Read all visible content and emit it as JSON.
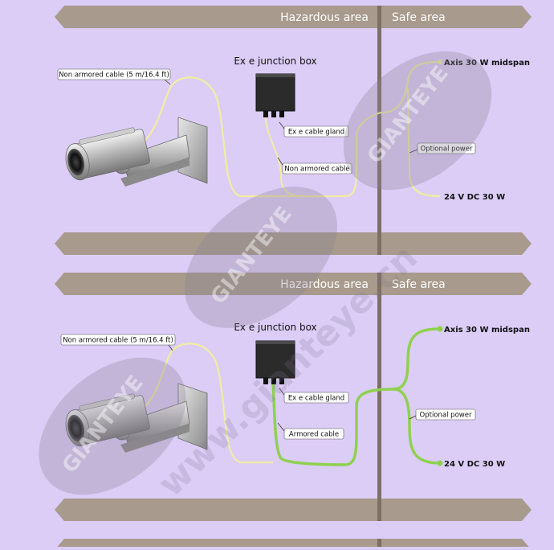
{
  "colors": {
    "background": "#dccdf7",
    "bar": "#a89a8c",
    "divider": "#7d6f63",
    "cable_plain": "#f1eea0",
    "cable_armored": "#8fd14f",
    "watermark": "#8a8296"
  },
  "panels": [
    {
      "hazardous_label": "Hazardous area",
      "safe_label": "Safe area",
      "junction_box_title": "Ex e junction box",
      "cable_label": "Non armored cable (5 m/16.4 ft)",
      "gland_label": "Ex e cable gland",
      "lower_cable_label": "Non armored cable",
      "optional_power_label": "Optional power",
      "midspan_label": "Axis 30 W midspan",
      "dc_label": "24 V DC 30 W"
    },
    {
      "hazardous_label": "Hazardous area",
      "safe_label": "Safe area",
      "junction_box_title": "Ex e junction box",
      "cable_label": "Non armored cable (5 m/16.4 ft)",
      "gland_label": "Ex e cable gland",
      "lower_cable_label": "Armored cable",
      "optional_power_label": "Optional power",
      "midspan_label": "Axis 30 W midspan",
      "dc_label": "24 V DC 30 W"
    }
  ],
  "watermark": {
    "brand": "GIANTEYE",
    "url": "www.gianteye.cn"
  }
}
